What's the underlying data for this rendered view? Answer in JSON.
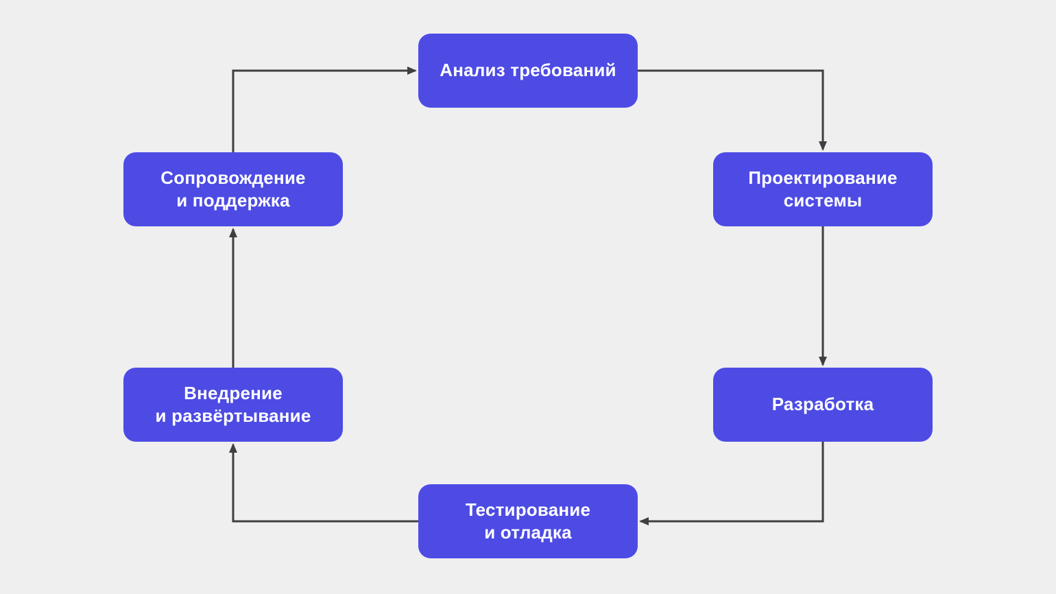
{
  "diagram": {
    "type": "flowchart-cycle",
    "language": "ru",
    "background_color": "#efeff0",
    "node_fill_color": "#4d4be4",
    "node_text_color": "#ffffff",
    "arrow_color": "#3f3f42",
    "nodes": [
      {
        "id": "analysis",
        "label": "Анализ требований"
      },
      {
        "id": "design",
        "label": "Проектирование\nсистемы"
      },
      {
        "id": "development",
        "label": "Разработка"
      },
      {
        "id": "testing",
        "label": "Тестирование\nи отладка"
      },
      {
        "id": "deployment",
        "label": "Внедрение\nи развёртывание"
      },
      {
        "id": "maintenance",
        "label": "Сопровождение\nи поддержка"
      }
    ],
    "edges": [
      {
        "from": "maintenance",
        "to": "analysis"
      },
      {
        "from": "analysis",
        "to": "design"
      },
      {
        "from": "design",
        "to": "development"
      },
      {
        "from": "development",
        "to": "testing"
      },
      {
        "from": "testing",
        "to": "deployment"
      },
      {
        "from": "deployment",
        "to": "maintenance"
      }
    ]
  }
}
